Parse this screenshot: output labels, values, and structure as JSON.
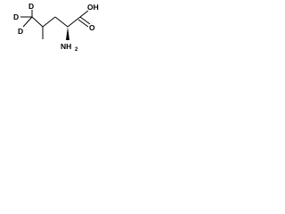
{
  "structure": {
    "atoms": {
      "d_top": "D",
      "d_left": "D",
      "d_bottom": "D",
      "oh": "OH",
      "o": "O",
      "nh": "NH",
      "nh_sub": "2"
    },
    "stereo_bond": "wedge",
    "double_bond": "C=O"
  }
}
